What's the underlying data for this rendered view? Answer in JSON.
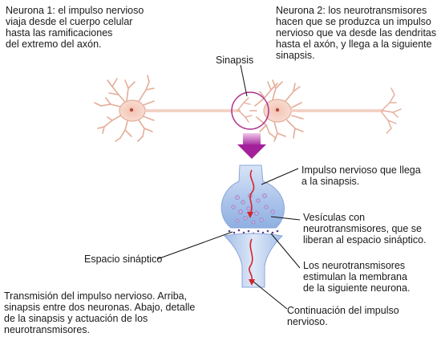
{
  "neuron1_text": {
    "lines": [
      "Neurona 1: el impulso nervioso",
      "viaja desde el cuerpo celular",
      "hasta las ramificaciones",
      "del extremo del axón."
    ]
  },
  "neuron2_text": {
    "lines": [
      "Neurona 2: los neurotransmisores",
      "hacen que se produzca un impulso",
      "nervioso que va desde las dendritas",
      "hasta el axón, y llega a la siguiente",
      "sinapsis."
    ]
  },
  "synapse_label": "Sinapsis",
  "labels": {
    "incoming_impulse": [
      "Impulso nervioso que llega",
      "a la sinapsis."
    ],
    "vesicles": [
      "Vesículas con",
      "neurotransmisores, que se",
      "liberan al espacio sináptico."
    ],
    "synaptic_space": "Espacio sináptico",
    "neurotransmitters": [
      "Los neurotransmisores",
      "estimulan la membrana",
      "de la siguiente neurona."
    ],
    "continuation": [
      "Continuación del impulso",
      "nervioso."
    ]
  },
  "caption": {
    "lines": [
      "Transmisión del impulso nervioso. Arriba,",
      "sinapsis entre dos neuronas. Abajo, detalle",
      "de la sinapsis y actuación de los",
      "neurotransmisores."
    ]
  },
  "colors": {
    "neuron_fill": "#f6d6c8",
    "neuron_stroke": "#e0a58e",
    "circle": "#b0368e",
    "down_arrow": "#b52aa6",
    "bulb_fill": "#b9cfee",
    "impulse": "#d8232a",
    "vesicle": "#8a6ab8"
  }
}
